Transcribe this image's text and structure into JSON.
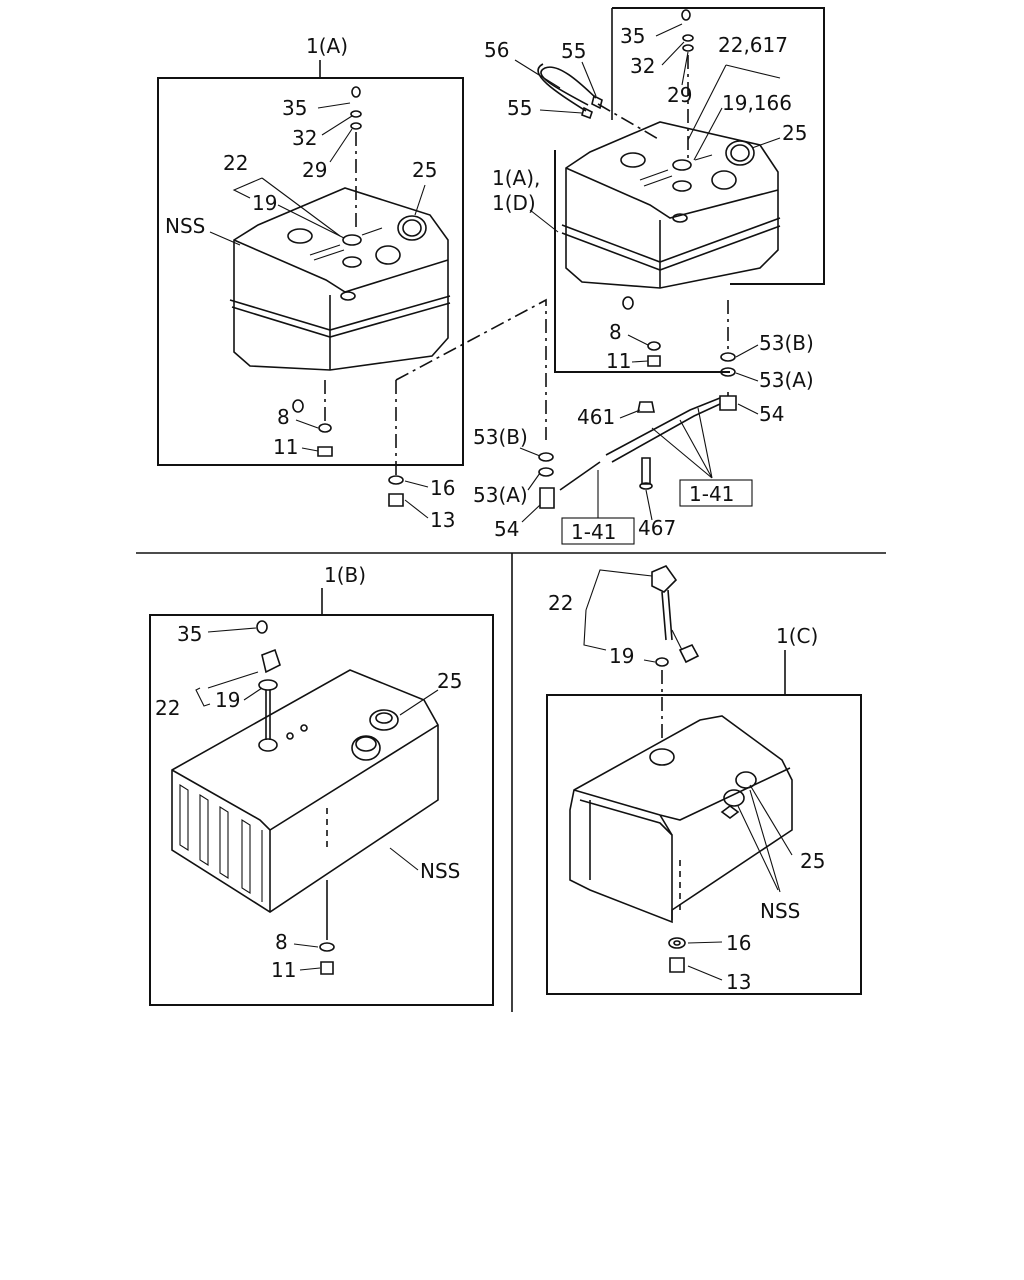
{
  "labels": {
    "a_title": "1(A)",
    "a_35": "35",
    "a_32": "32",
    "a_29": "29",
    "a_22": "22",
    "a_19": "19",
    "a_25": "25",
    "a_nss": "NSS",
    "a_8": "8",
    "a_11": "11",
    "c16": "16",
    "c13": "13",
    "d_56": "56",
    "d_55a": "55",
    "d_55b": "55",
    "d_35": "35",
    "d_32": "32",
    "d_29": "29",
    "d_22": "22,617",
    "d_19": "19,166",
    "d_25": "25",
    "d_1a": "1(A),",
    "d_1d": "1(D)",
    "d_8": "8",
    "d_11": "11",
    "d_53b": "53(B)",
    "d_53a": "53(A)",
    "d_54": "54",
    "p_461": "461",
    "p_141a": "1-41",
    "p_467": "467",
    "p_141b": "1-41",
    "p_53b": "53(B)",
    "p_53a": "53(A)",
    "p_54": "54",
    "b_title": "1(B)",
    "b_35": "35",
    "b_22": "22",
    "b_19": "19",
    "b_25": "25",
    "b_nss": "NSS",
    "b_8": "8",
    "b_11": "11",
    "c_title": "1(C)",
    "c_22": "22",
    "c_19": "19",
    "c_25": "25",
    "c_nss": "NSS",
    "c_16": "16",
    "c_13": "13"
  }
}
